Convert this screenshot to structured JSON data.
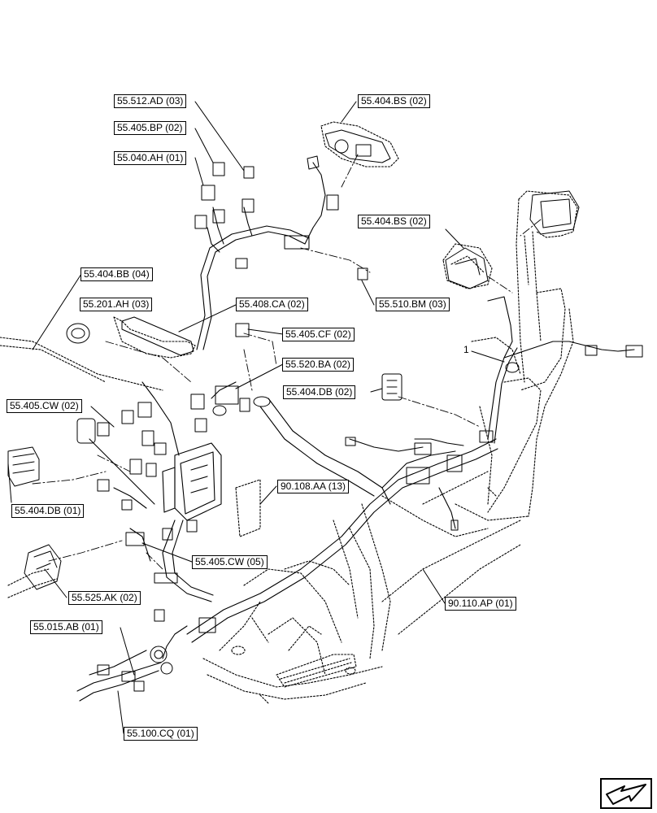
{
  "callouts": {
    "c_55_512_AD_03": "55.512.AD (03)",
    "c_55_404_BS_02_a": "55.404.BS (02)",
    "c_55_405_BP_02": "55.405.BP (02)",
    "c_55_040_AH_01": "55.040.AH (01)",
    "c_55_404_BS_02_b": "55.404.BS (02)",
    "c_55_404_BB_04": "55.404.BB (04)",
    "c_55_201_AH_03": "55.201.AH (03)",
    "c_55_408_CA_02": "55.408.CA (02)",
    "c_55_510_BM_03": "55.510.BM (03)",
    "c_55_405_CF_02": "55.405.CF (02)",
    "c_55_520_BA_02": "55.520.BA (02)",
    "c_55_404_DB_02": "55.404.DB (02)",
    "c_55_405_CW_02": "55.405.CW (02)",
    "c_90_108_AA_13": "90.108.AA (13)",
    "c_55_404_DB_01": "55.404.DB (01)",
    "c_55_405_CW_05": "55.405.CW (05)",
    "c_55_525_AK_02": "55.525.AK (02)",
    "c_90_110_AP_01": "90.110.AP (01)",
    "c_55_015_AB_01": "55.015.AB (01)",
    "c_55_100_CQ_01": "55.100.CQ (01)"
  },
  "item_number": "1",
  "nav_icon": "arrow-lower-left-icon"
}
